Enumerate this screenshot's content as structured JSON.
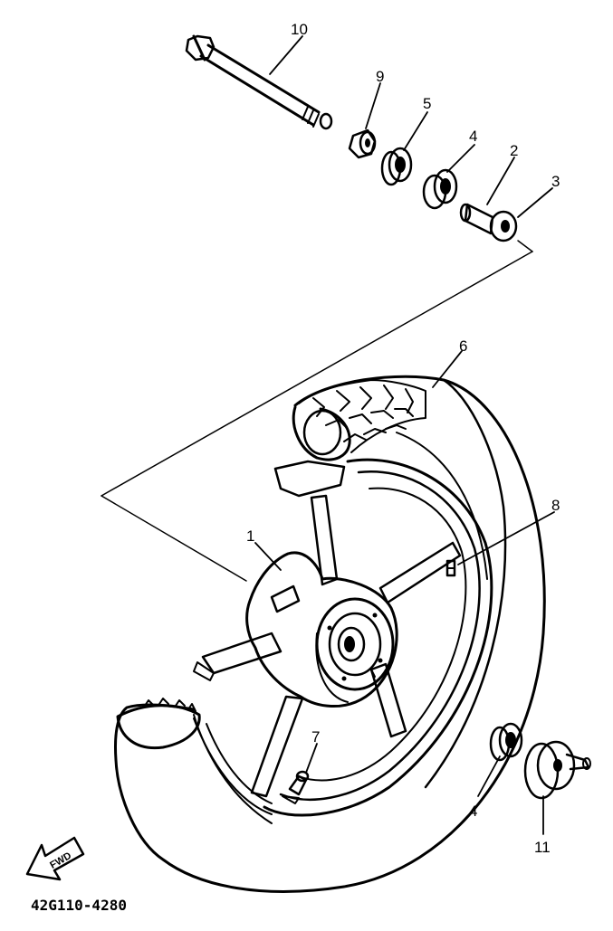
{
  "diagram": {
    "callouts": {
      "c1": "1",
      "c2": "2",
      "c3": "3",
      "c4a": "4",
      "c4b": "4",
      "c5": "5",
      "c6": "6",
      "c7": "7",
      "c8": "8",
      "c9": "9",
      "c10": "10",
      "c11": "11"
    },
    "forward_arrow_label": "FWD",
    "drawing_code": "42G110-4280"
  }
}
